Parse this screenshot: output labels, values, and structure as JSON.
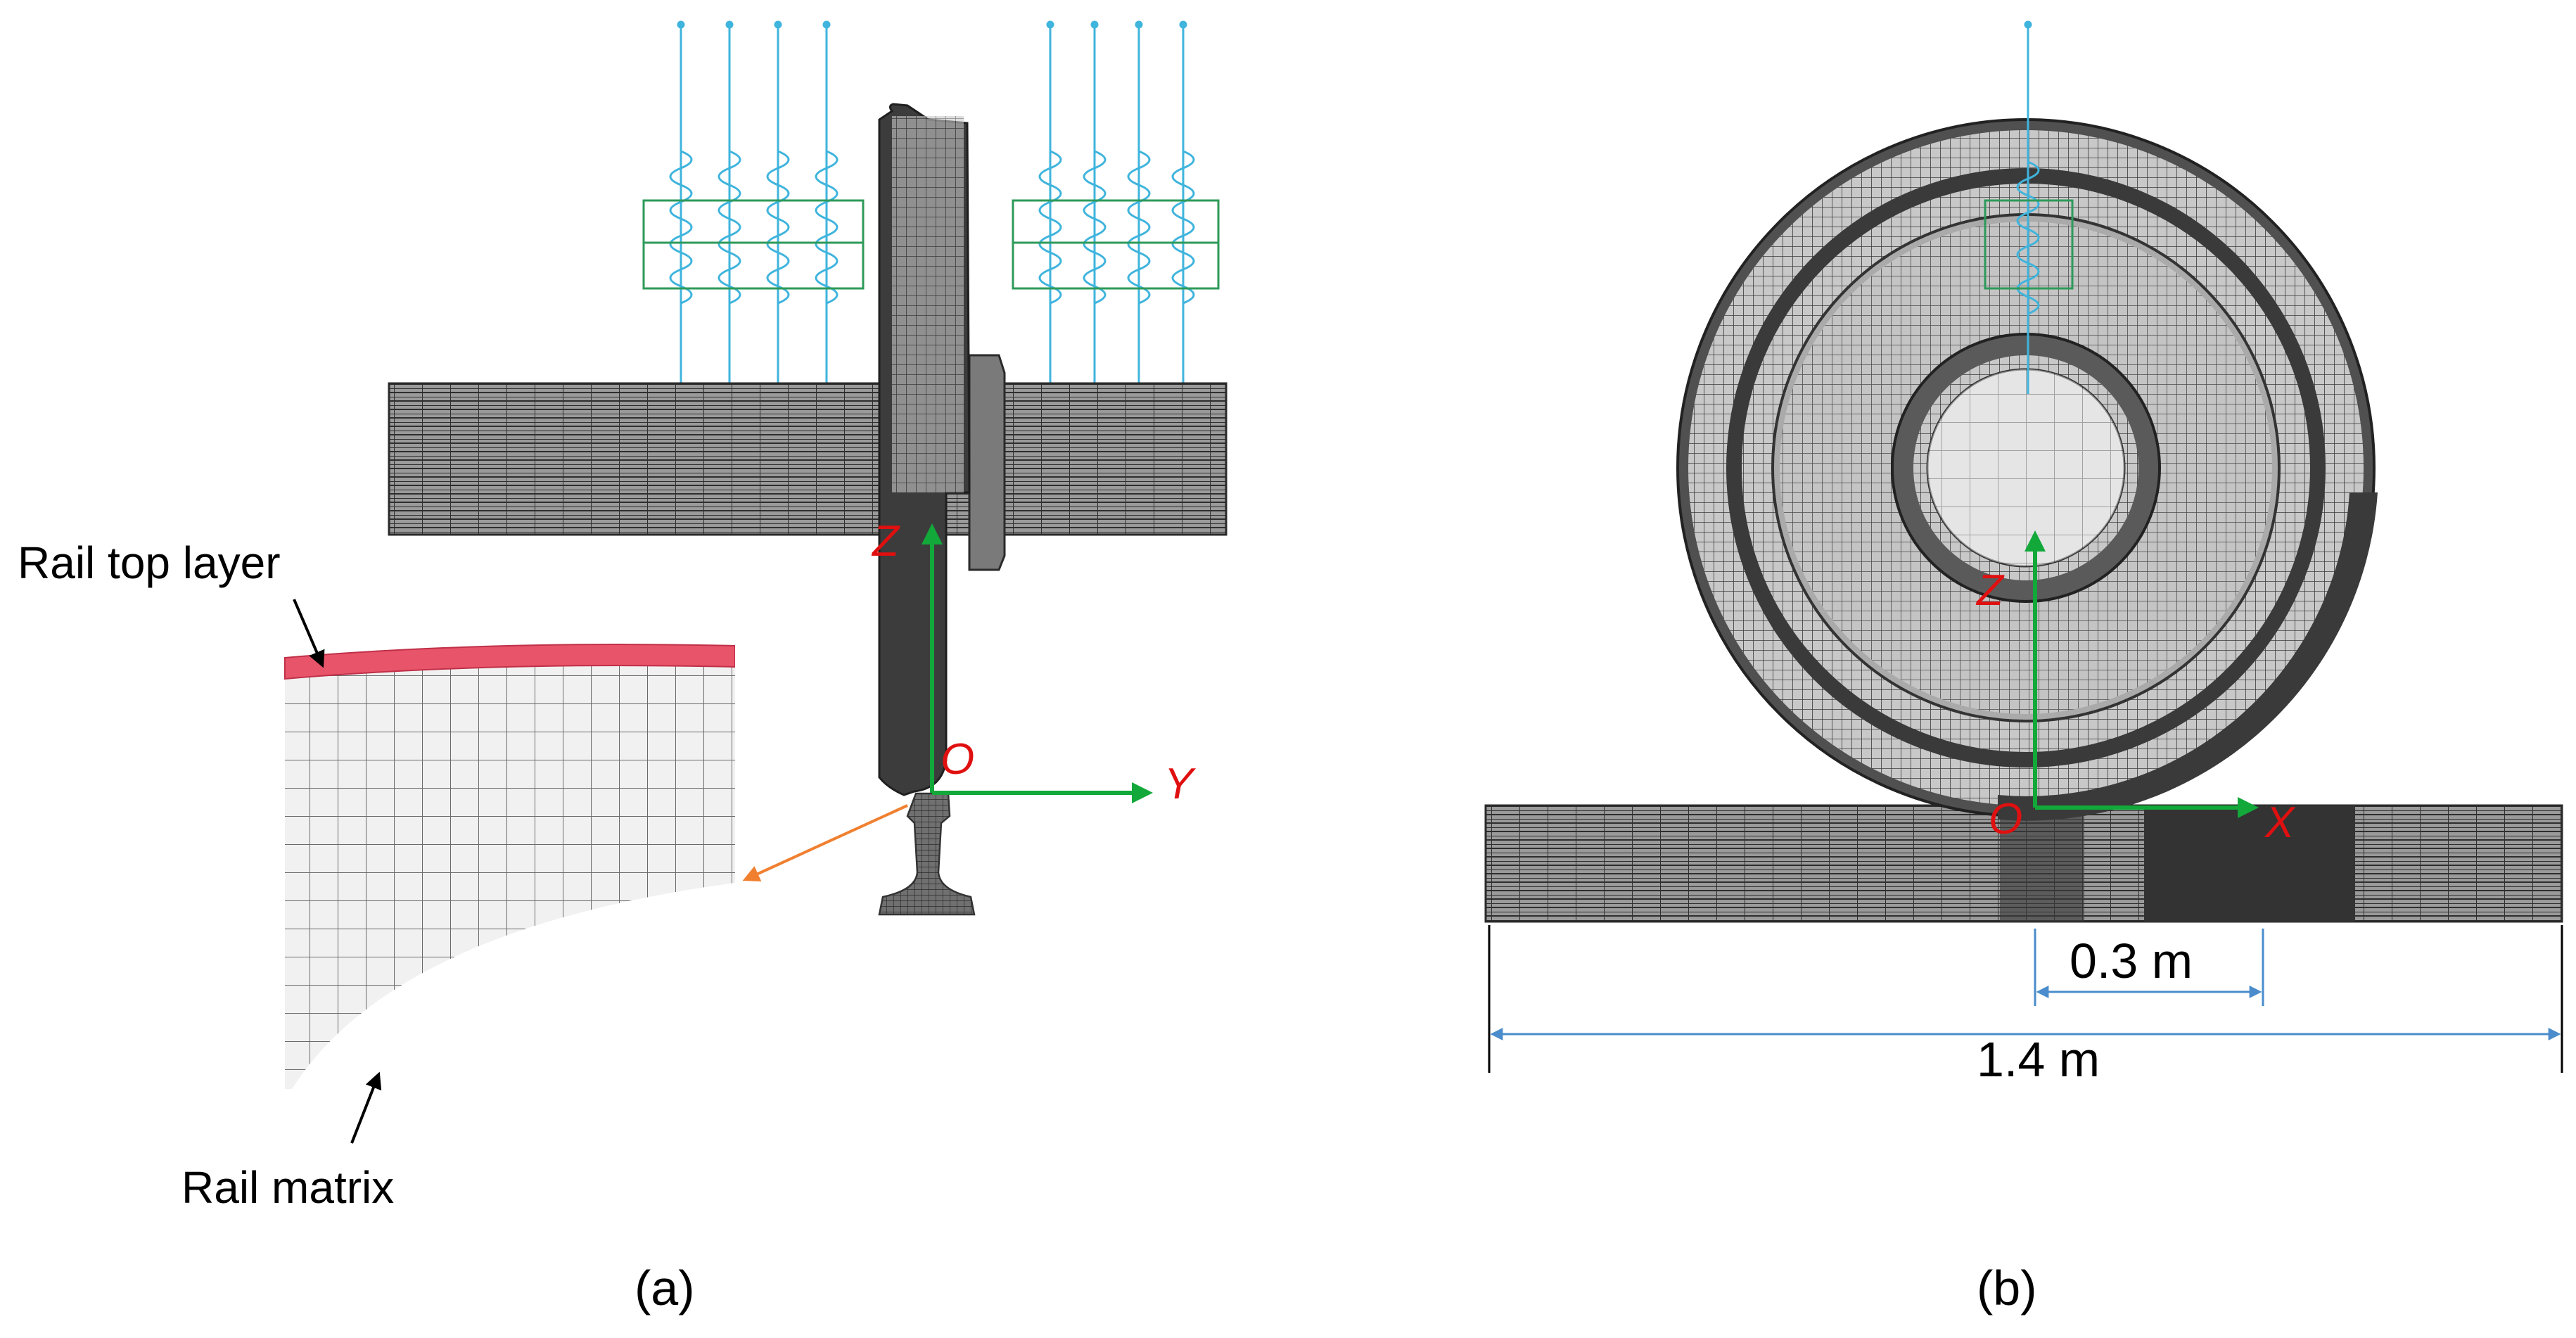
{
  "panel_a": {
    "caption": "(a)",
    "axes": {
      "z": "Z",
      "y": "Y",
      "origin": "O"
    },
    "annotations": {
      "rail_top_layer": "Rail top layer",
      "rail_matrix": "Rail matrix"
    }
  },
  "panel_b": {
    "caption": "(b)",
    "axes": {
      "z": "Z",
      "x": "X",
      "origin": "O"
    },
    "dimensions": {
      "inner": "0.3 m",
      "overall": "1.4 m"
    }
  },
  "colors": {
    "mesh_dark": "#3a3a3a",
    "mesh_gray": "#8c8c8c",
    "mesh_light": "#e6e6e6",
    "spring": "#3fb4dd",
    "damper": "#2e9a5a",
    "axis_green": "#12a83a",
    "axis_red": "#e01010",
    "rail_layer": "#e8546a",
    "leader_orange": "#f08030",
    "dim_blue": "#4a8ccc"
  }
}
